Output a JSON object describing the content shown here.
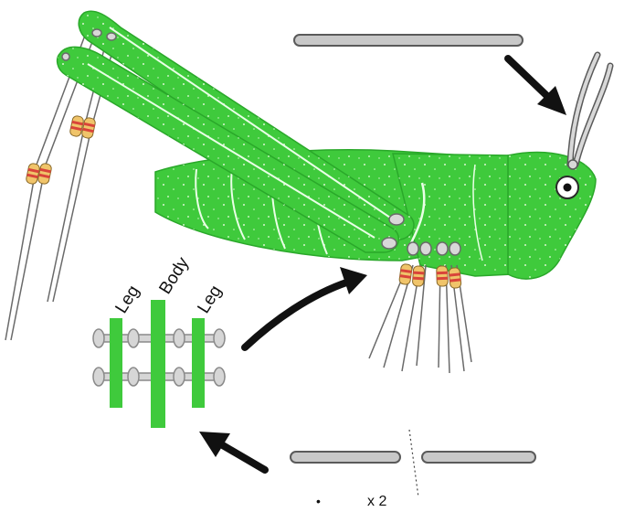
{
  "labels": {
    "leg_left": "Leg",
    "body": "Body",
    "leg_right": "Leg",
    "bullet": "•",
    "quantity": "x 2"
  },
  "colors": {
    "body_green": "#3fca3c",
    "body_dark": "#2aa82a",
    "wire_gray": "#c8c8c8",
    "wire_outline": "#5a5a5a",
    "arrow": "#111111",
    "resistor_body": "#f0c46a",
    "resistor_band": "#d9443a"
  },
  "icons": {
    "arrow_top": "arrow-down-right",
    "arrow_middle": "arrow-curved-up-right",
    "arrow_bottom": "arrow-up-left",
    "resistor": "resistor",
    "eye": "eye"
  }
}
